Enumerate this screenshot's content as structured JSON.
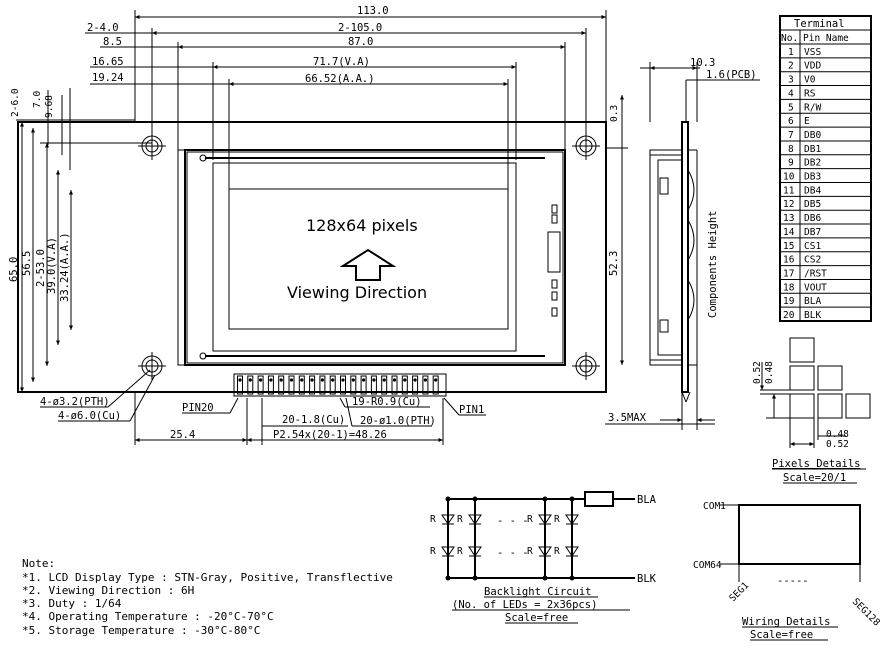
{
  "front_dims": {
    "d_113": "113.0",
    "d_2_4": "2-4.0",
    "d_2_105": "2-105.0",
    "d_8_5": "8.5",
    "d_87": "87.0",
    "d_16_65": "16.65",
    "d_71_7": "71.7(V.A)",
    "d_19_24": "19.24",
    "d_66_52": "66.52(A.A.)",
    "v_2_6": "2-6.0",
    "v_7_0": "7.0",
    "v_9_68": "9.68",
    "v_65": "65.0",
    "v_56_5": "56.5",
    "v_2_53": "2-53.0",
    "v_39": "39.0(V.A)",
    "v_33_24": "33.24(A.A.)",
    "v_52_3": "52.3",
    "v_0_3": "0.3",
    "hole_pth": "4-ø3.2(PTH)",
    "hole_cu": "4-ø6.0(Cu)",
    "pin20": "PIN20",
    "pin1": "PIN1",
    "pads_cu": "19-R0.9(Cu)",
    "pitch_1_8": "20-1.8(Cu)",
    "pins_pth": "20-ø1.0(PTH)",
    "d_25_4": "25.4",
    "pitch_total": "P2.54x(20-1)=48.26",
    "pixels_label": "128x64 pixels",
    "viewing_label": "Viewing Direction"
  },
  "side_dims": {
    "d_10_3": "10.3",
    "pcb": "1.6(PCB)",
    "comp_height": "Components Height",
    "max": "3.5MAX"
  },
  "terminal": {
    "title": "Terminal",
    "col_no": "No.",
    "col_pin": "Pin Name",
    "rows": [
      {
        "no": "1",
        "name": "VSS"
      },
      {
        "no": "2",
        "name": "VDD"
      },
      {
        "no": "3",
        "name": "V0"
      },
      {
        "no": "4",
        "name": "RS"
      },
      {
        "no": "5",
        "name": "R/W"
      },
      {
        "no": "6",
        "name": "E"
      },
      {
        "no": "7",
        "name": "DB0"
      },
      {
        "no": "8",
        "name": "DB1"
      },
      {
        "no": "9",
        "name": "DB2"
      },
      {
        "no": "10",
        "name": "DB3"
      },
      {
        "no": "11",
        "name": "DB4"
      },
      {
        "no": "12",
        "name": "DB5"
      },
      {
        "no": "13",
        "name": "DB6"
      },
      {
        "no": "14",
        "name": "DB7"
      },
      {
        "no": "15",
        "name": "CS1"
      },
      {
        "no": "16",
        "name": "CS2"
      },
      {
        "no": "17",
        "name": "/RST"
      },
      {
        "no": "18",
        "name": "VOUT"
      },
      {
        "no": "19",
        "name": "BLA"
      },
      {
        "no": "20",
        "name": "BLK"
      }
    ]
  },
  "pixel_details": {
    "v1": "0.52",
    "v2": "0.48",
    "h1": "0.48",
    "h2": "0.52",
    "title": "Pixels Details",
    "scale": "Scale=20/1"
  },
  "notes": {
    "heading": "Note:",
    "items": [
      "*1. LCD Display Type : STN-Gray, Positive, Transflective",
      "*2. Viewing Direction : 6H",
      "*3. Duty : 1/64",
      "*4. Operating Temperature : -20°C-70°C",
      "*5. Storage Temperature : -30°C-80°C"
    ]
  },
  "backlight": {
    "bla": "BLA",
    "blk": "BLK",
    "r": "R",
    "title": "Backlight Circuit",
    "sub": "(No. of LEDs = 2x36pcs)",
    "scale": "Scale=free"
  },
  "wiring": {
    "com1": "COM1",
    "com64": "COM64",
    "seg1": "SEG1",
    "seg128": "SEG128",
    "dashes": "-----",
    "title": "Wiring Details",
    "scale": "Scale=free"
  }
}
